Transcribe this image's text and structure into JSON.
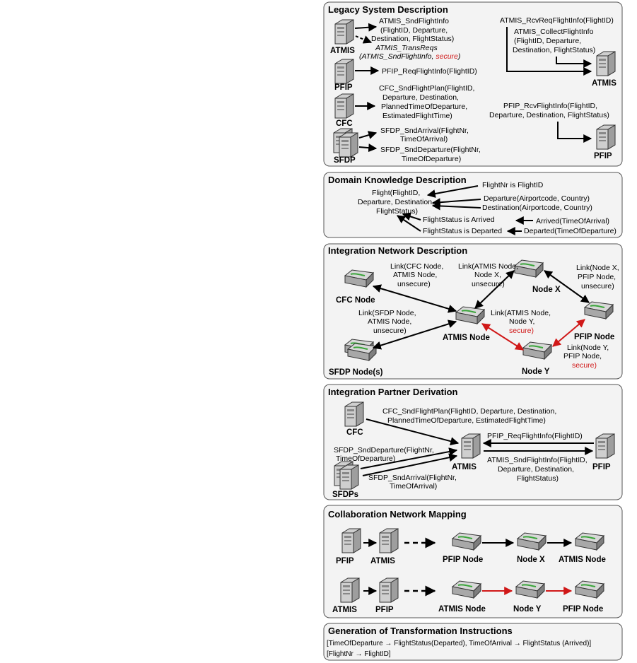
{
  "legacy": {
    "title": "Legacy System Description",
    "atmis_label": "ATMIS",
    "pfip_label": "PFIP",
    "cfc_label": "CFC",
    "sfdp_label": "SFDP",
    "snd_flight_info": [
      "ATMIS_SndFlightInfo",
      "(FlightID, Departure,",
      "Destination, FlightStatus)"
    ],
    "trans_reqs_1": "ATMIS_TransReqs",
    "trans_reqs_2a": "(ATMIS_SndFlightInfo, ",
    "trans_reqs_2b": "secure",
    "trans_reqs_2c": ")",
    "pfip_req": "PFIP_ReqFlightInfo(FlightID)",
    "cfc_plan": [
      "CFC_SndFlightPlan(FlightID,",
      "Departure, Destination,",
      "PlannedTimeOfDeparture,",
      "EstimatedFlightTime)"
    ],
    "sfdp_arrival": [
      "SFDP_SndArrival(FlightNr,",
      "TimeOfArrival)"
    ],
    "sfdp_departure": [
      "SFDP_SndDeparture(FlightNr,",
      "TimeOfDeparture)"
    ],
    "rcv_req": "ATMIS_RcvReqFlightInfo(FlightID)",
    "collect": [
      "ATMIS_CollectFlightInfo",
      "(FlightID, Departure,",
      "Destination, FlightStatus)"
    ],
    "pfip_rcv": [
      "PFIP_RcvFlightInfo(FlightID,",
      "Departure, Destination, FlightStatus)"
    ]
  },
  "domain": {
    "title": "Domain Knowledge Description",
    "flight": [
      "Flight(FlightID,",
      "Departure, Destination,",
      "FlightStatus)"
    ],
    "nr_is_id": "FlightNr is FlightID",
    "departure": "Departure(Airportcode, Country)",
    "destination": "Destination(Airportcode, Country)",
    "status_arrived": "FlightStatus is Arrived",
    "arrived": "Arrived(TimeOfArrival)",
    "status_departed": "FlightStatus is Departed",
    "departed": "Departed(TimeOfDeparture)"
  },
  "integration": {
    "title": "Integration Network Description",
    "cfc_node": "CFC Node",
    "atmis_node": "ATMIS Node",
    "sfdp_node": "SFDP Node(s)",
    "node_x": "Node X",
    "node_y": "Node Y",
    "pfip_node": "PFIP Node",
    "link_cfc_atmis": [
      "Link(CFC Node,",
      "ATMIS Node,",
      "unsecure)"
    ],
    "link_atmis_x": [
      "Link(ATMIS Node,",
      "Node X,",
      "unsecure)"
    ],
    "link_x_pfip": [
      "Link(Node X,",
      "PFIP Node,",
      "unsecure)"
    ],
    "link_sfdp_atmis": [
      "Link(SFDP Node,",
      "ATMIS Node,",
      "unsecure)"
    ],
    "link_atmis_y": [
      "Link(ATMIS Node,",
      "Node Y,",
      "secure)"
    ],
    "link_y_pfip": [
      "Link(Node Y,",
      "PFIP Node,",
      "secure)"
    ]
  },
  "partner": {
    "title": "Integration Partner Derivation",
    "cfc_label": "CFC",
    "atmis_label": "ATMIS",
    "pfip_label": "PFIP",
    "sfdps_label": "SFDPs",
    "cfc_plan": [
      "CFC_SndFlightPlan(FlightID, Departure, Destination,",
      "PlannedTimeOfDeparture, EstimatedFlightTime)"
    ],
    "pfip_req": "PFIP_ReqFlightInfo(FlightID)",
    "sfdp_departure": [
      "SFDP_SndDeparture(FlightNr,",
      "TimeOfDeparture)"
    ],
    "atmis_snd": [
      "ATMIS_SndFlightInfo(FlightID,",
      "Departure, Destination,",
      "FlightStatus)"
    ],
    "sfdp_arrival": [
      "SFDP_SndArrival(FlightNr,",
      "TimeOfArrival)"
    ]
  },
  "collab": {
    "title": "Collaboration Network Mapping",
    "row1": [
      "PFIP",
      "ATMIS",
      "PFIP Node",
      "Node X",
      "ATMIS Node"
    ],
    "row2": [
      "ATMIS",
      "PFIP",
      "ATMIS Node",
      "Node Y",
      "PFIP Node"
    ]
  },
  "generation": {
    "title": "Generation of Transformation Instructions",
    "line1": "[TimeOfDeparture → FlightStatus(Departed), TimeOfArrival → FlightStatus (Arrived)]",
    "line2": "[FlightNr → FlightID]"
  },
  "colors": {
    "secure": "#d01818",
    "link": "#000000",
    "panel": "#f3f3f3"
  }
}
